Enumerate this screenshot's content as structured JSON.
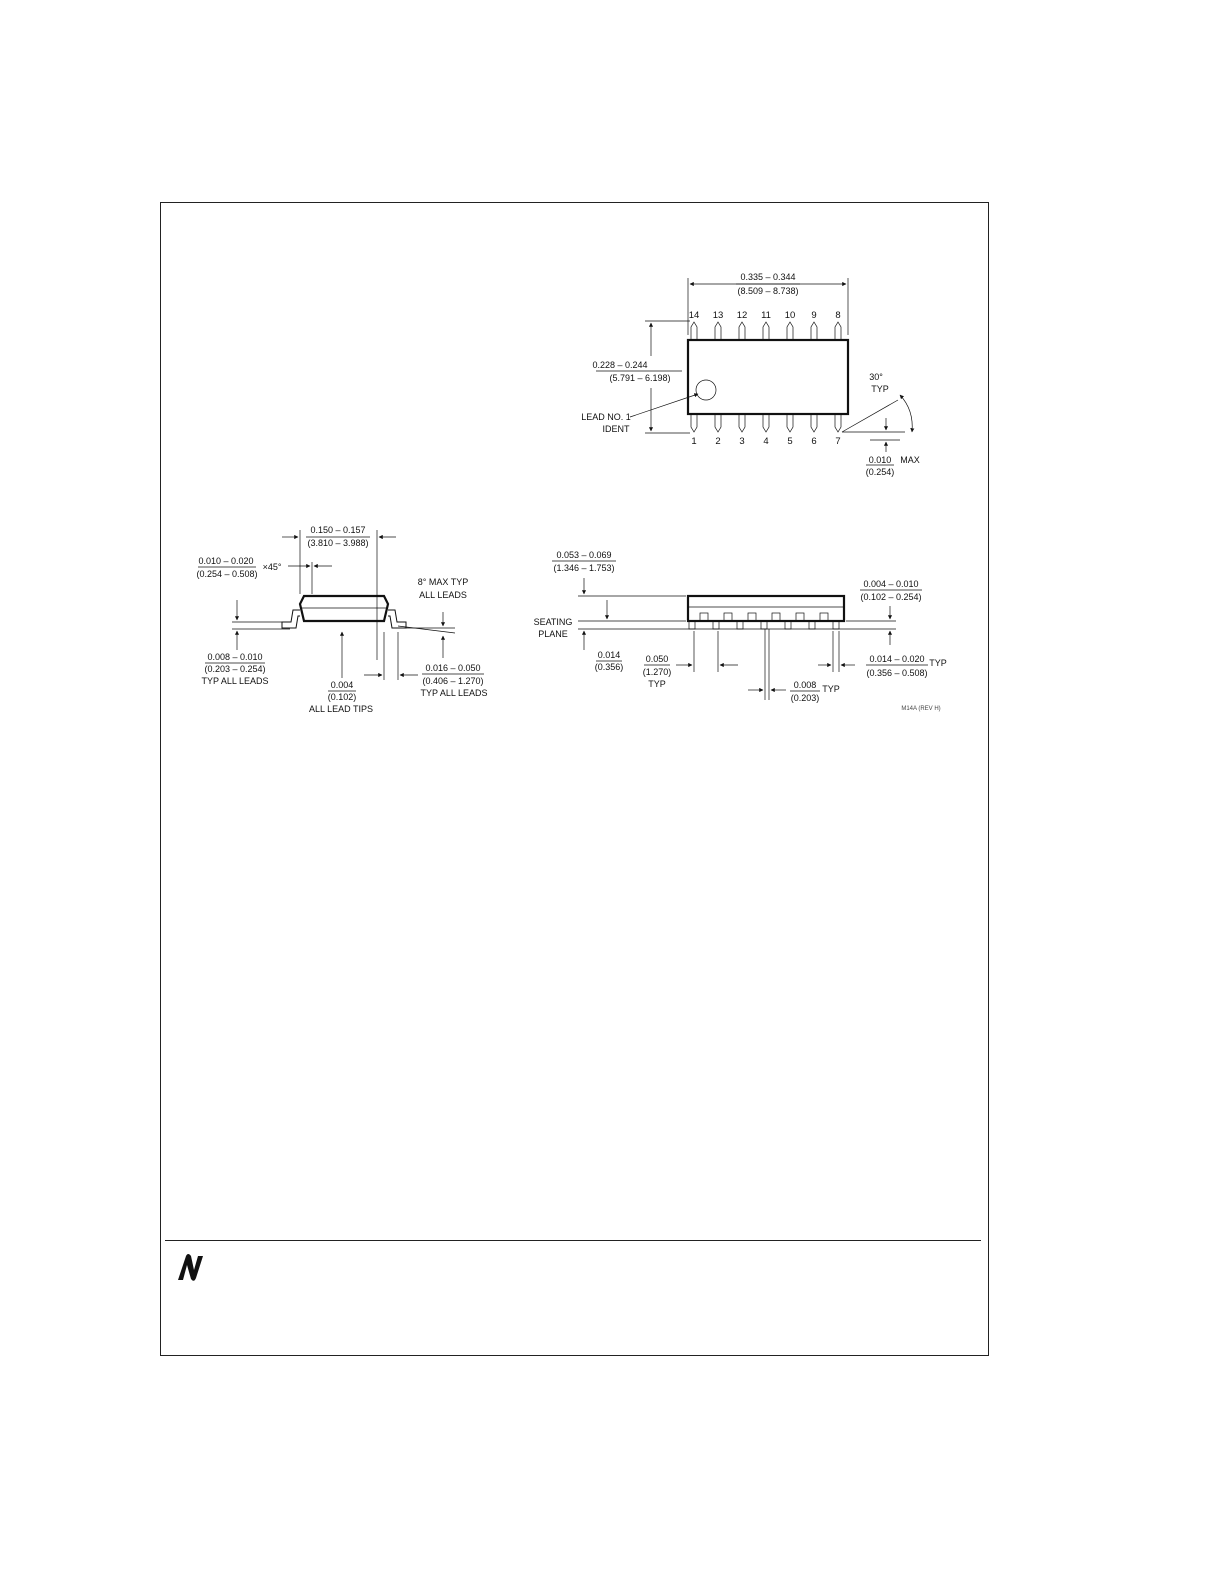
{
  "top_view": {
    "length_in": "0.335 – 0.344",
    "length_mm": "(8.509 – 8.738)",
    "width_in": "0.228 – 0.244",
    "width_mm": "(5.791 – 6.198)",
    "pins_top": [
      "14",
      "13",
      "12",
      "11",
      "10",
      "9",
      "8"
    ],
    "pins_bottom": [
      "1",
      "2",
      "3",
      "4",
      "5",
      "6",
      "7"
    ],
    "lead1_line1": "LEAD NO. 1",
    "lead1_line2": "IDENT",
    "angle": "30°",
    "angle_typ": "TYP",
    "max_in": "0.010",
    "max_label": "MAX",
    "max_mm": "(0.254)"
  },
  "end_view": {
    "body_in": "0.150 – 0.157",
    "body_mm": "(3.810 – 3.988)",
    "chamfer_in": "0.010 – 0.020",
    "chamfer_mm": "(0.254 – 0.508)",
    "chamfer_angle": "×45°",
    "lead_angle_line1": "8° MAX TYP",
    "lead_angle_line2": "ALL LEADS",
    "thick_in": "0.008 – 0.010",
    "thick_mm": "(0.203 – 0.254)",
    "thick_note": "TYP ALL LEADS",
    "tip_in": "0.004",
    "tip_mm": "(0.102)",
    "tip_note": "ALL LEAD TIPS",
    "foot_in": "0.016 – 0.050",
    "foot_mm": "(0.406 – 1.270)",
    "foot_note": "TYP ALL LEADS"
  },
  "side_view": {
    "height_in": "0.053 – 0.069",
    "height_mm": "(1.346 – 1.753)",
    "standoff_in": "0.004 – 0.010",
    "standoff_mm": "(0.102 – 0.254)",
    "seating_line1": "SEATING",
    "seating_line2": "PLANE",
    "seat_in": "0.014",
    "seat_mm": "(0.356)",
    "pitch_in": "0.050",
    "pitch_mm": "(1.270)",
    "pitch_typ": "TYP",
    "lead_w_in": "0.014 – 0.020",
    "lead_w_mm": "(0.356 – 0.508)",
    "lead_w_typ": "TYP",
    "gap_in": "0.008",
    "gap_mm": "(0.203)",
    "gap_typ": "TYP",
    "drawing_id": "M14A (REV H)"
  }
}
